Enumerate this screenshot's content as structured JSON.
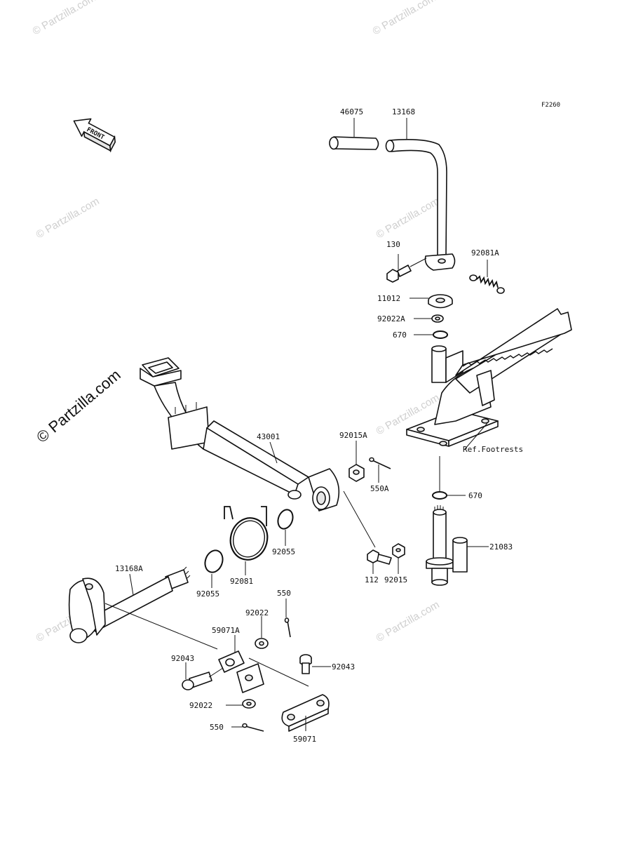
{
  "figure_code": "F2260",
  "front_arrow_label": "FRONT",
  "watermarks": {
    "small": "© Partzilla.com",
    "large": "© Partzilla.com"
  },
  "parts": {
    "p46075": "46075",
    "p13168": "13168",
    "p130": "130",
    "p92081A": "92081A",
    "p11012": "11012",
    "p92022A": "92022A",
    "p670_top": "670",
    "p43001": "43001",
    "p92015A": "92015A",
    "p550A": "550A",
    "ref_footrests": "Ref.Footrests",
    "p670_bottom": "670",
    "p21083": "21083",
    "p112": "112",
    "p92015": "92015",
    "p92055_a": "92055",
    "p92081": "92081",
    "p92055_b": "92055",
    "p13168A": "13168A",
    "p550_top": "550",
    "p92022_top": "92022",
    "p59071A": "59071A",
    "p92043_left": "92043",
    "p92043_right": "92043",
    "p92022_bottom": "92022",
    "p550_bottom": "550",
    "p59071": "59071"
  }
}
